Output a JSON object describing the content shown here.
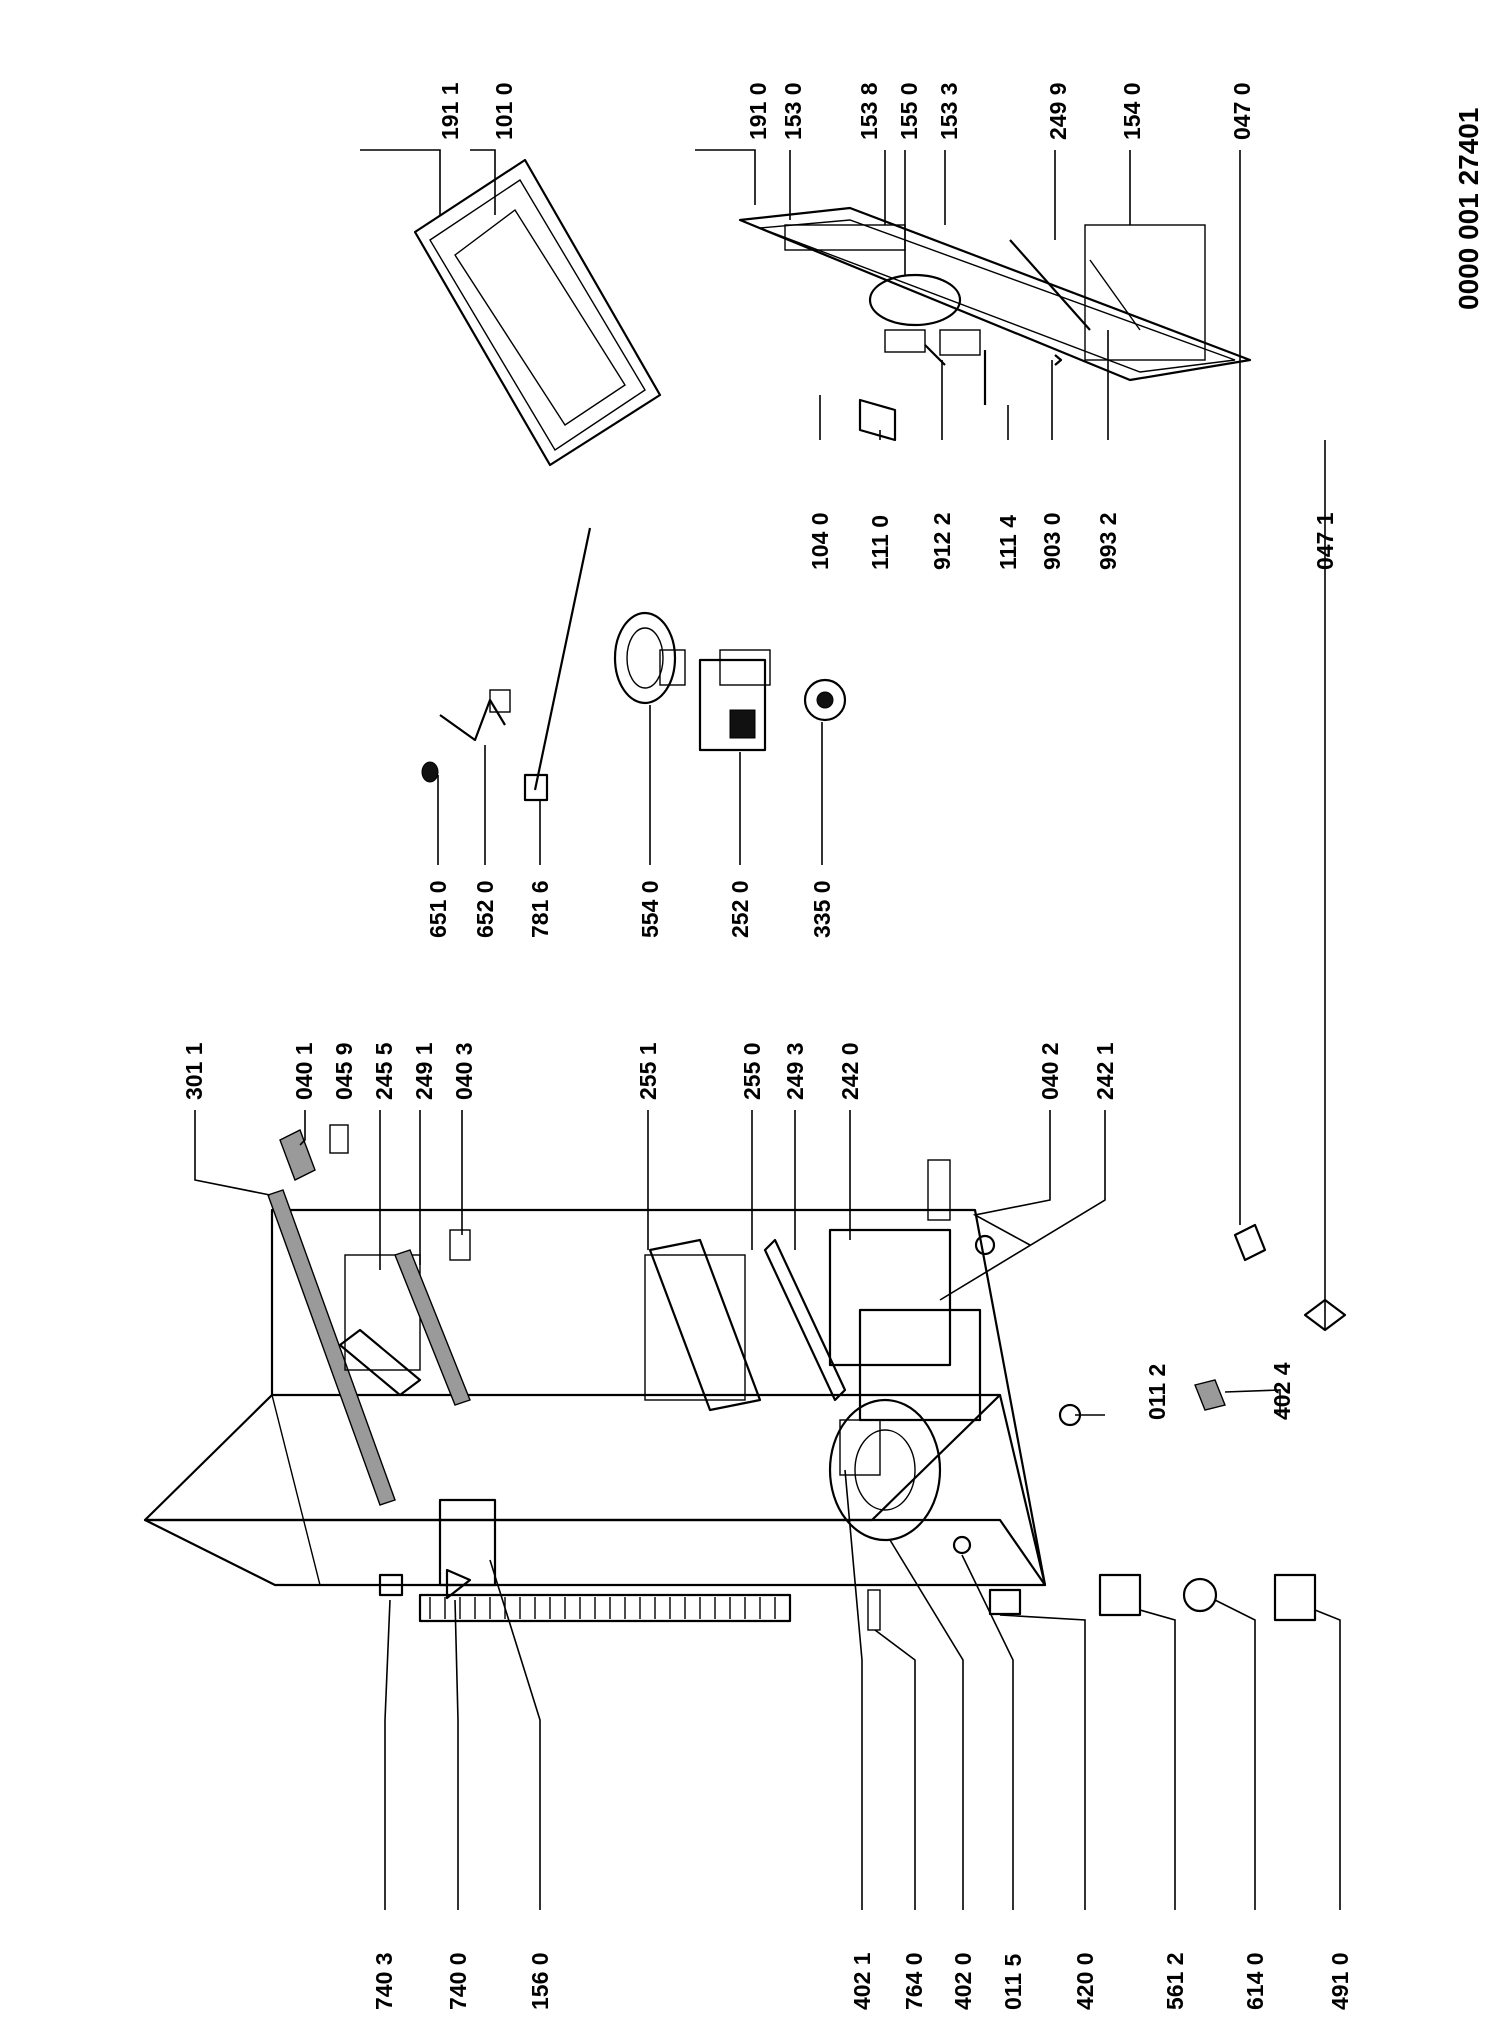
{
  "document_number": "0000 001 27401",
  "part_labels": {
    "cabinet_left": [
      "740 3",
      "740 0",
      "156 0"
    ],
    "cabinet_right": [
      "301 1",
      "040 1",
      "045 9",
      "245 5",
      "249 1",
      "040 3",
      "255 1",
      "255 0",
      "249 3",
      "242 0",
      "040 2",
      "242 1"
    ],
    "cabinet_bottom": [
      "011 2",
      "402 4"
    ],
    "compressor_group": [
      "402 1",
      "764 0",
      "402 0",
      "011 5",
      "420 0",
      "561 2",
      "614 0",
      "491 0"
    ],
    "middle_group": [
      "651 0",
      "652 0",
      "781 6",
      "554 0",
      "252 0",
      "335 0"
    ],
    "upper_door": [
      "191 1",
      "101 0"
    ],
    "lower_door": [
      "191 0",
      "153 0",
      "153 8",
      "155 0",
      "153 3",
      "249 9",
      "154 0",
      "047 0",
      "104 0",
      "111 0",
      "912 2",
      "111 4",
      "903 0",
      "993 2",
      "047 1"
    ]
  }
}
